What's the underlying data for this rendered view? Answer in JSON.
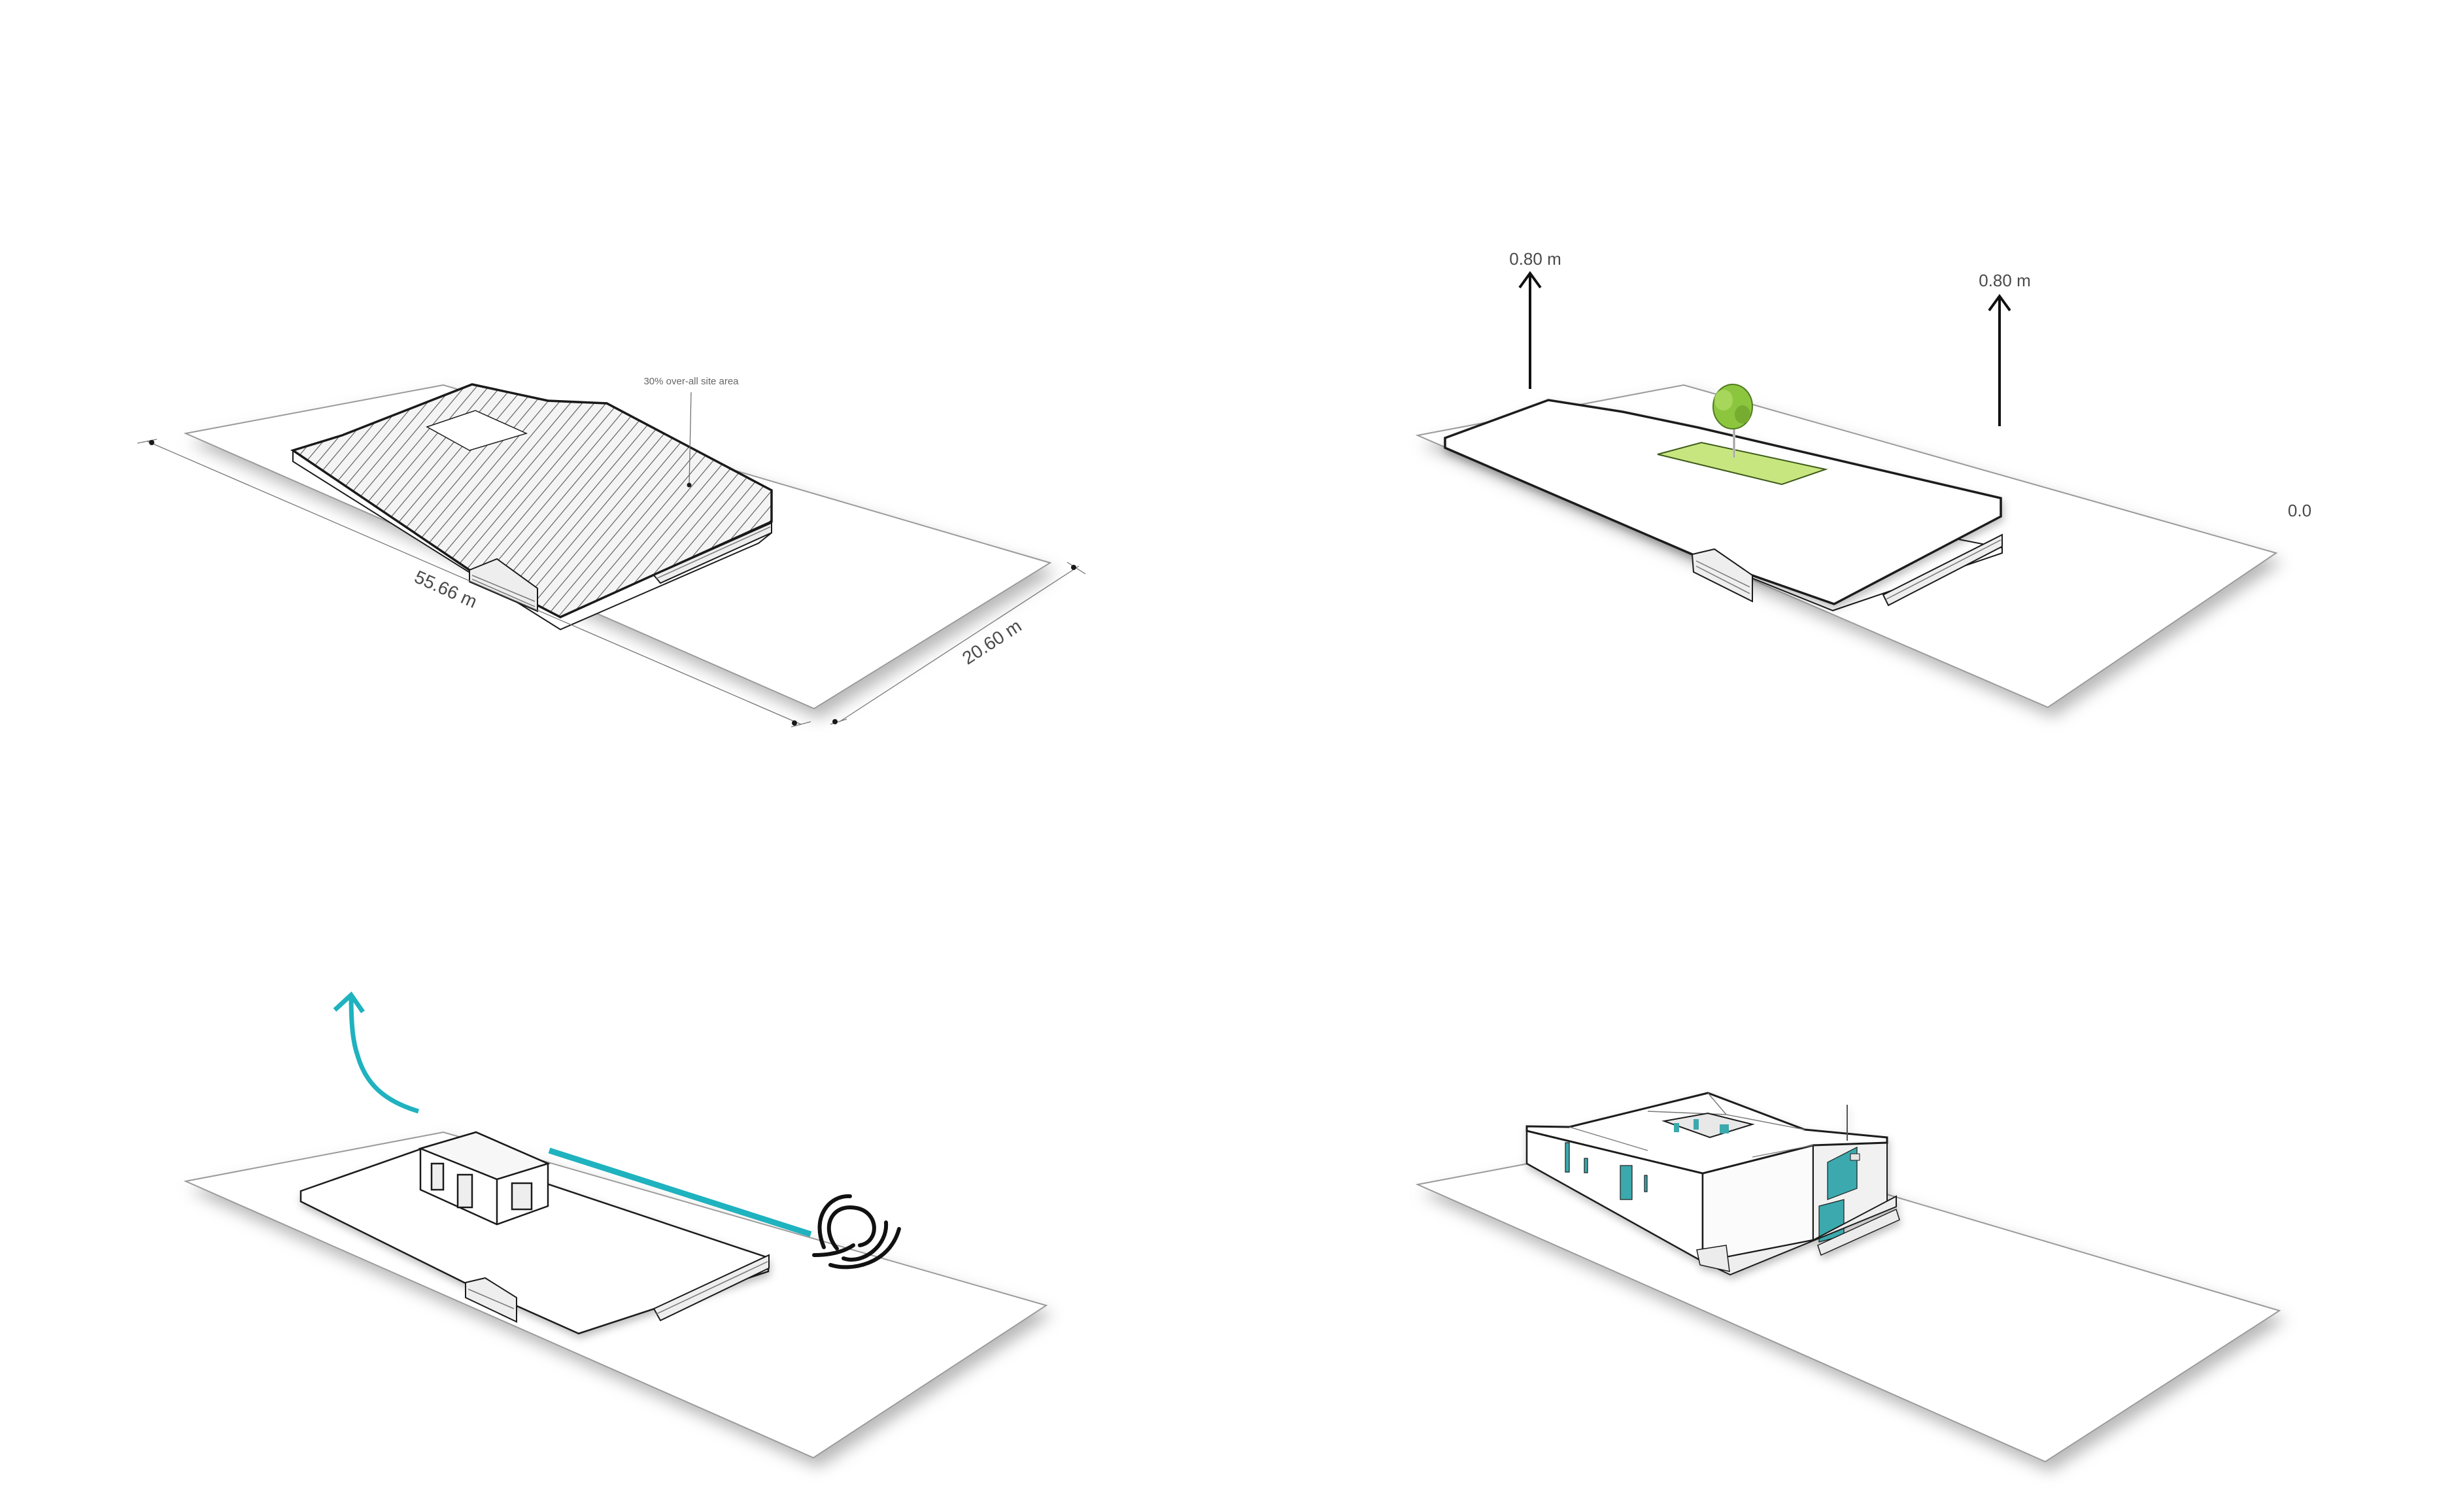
{
  "figure": {
    "type": "architectural-concept-diagrams",
    "panel_count": 4,
    "background": "#ffffff"
  },
  "colors": {
    "site_plane": "#ffffff",
    "site_edge": "#9a9a9a",
    "outline": "#1a1a1a",
    "hatch": "#555555",
    "courtyard_green": "#c8e67f",
    "tree_green": "#8cc63f",
    "wind_cyan": "#1fb2bf",
    "glass_teal": "#3aa9ad",
    "text": "#4a4a4a"
  },
  "panels": [
    {
      "id": "site-coverage",
      "annotation": "30% over-all site area",
      "dimensions": {
        "length": "55.66 m",
        "width": "20.60 m"
      }
    },
    {
      "id": "raised-plinth-courtyard",
      "elevation_labels": [
        "0.80 m",
        "0.80 m"
      ],
      "ground_level": "0.0"
    },
    {
      "id": "wind-ventilation",
      "elements": [
        "cross-ventilation-arrow",
        "stack-exhaust-arrow",
        "wind-swirl"
      ]
    },
    {
      "id": "final-massing",
      "elements": [
        "folded-roof",
        "central-courtyard",
        "teal-glazing",
        "entrance-steps"
      ]
    }
  ]
}
